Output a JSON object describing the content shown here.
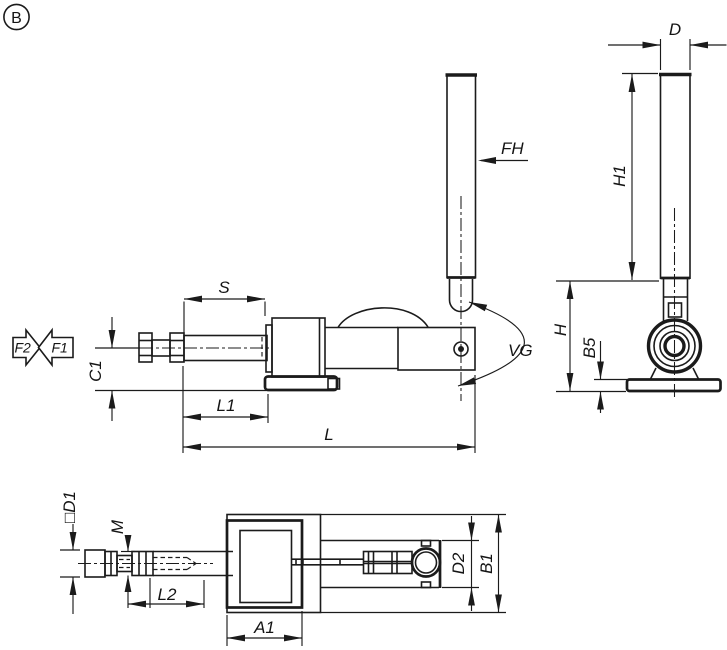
{
  "drawing": {
    "badge": "B",
    "colors": {
      "line": "#1b1b1b",
      "background": "#ffffff"
    }
  },
  "labels": {
    "fh": "FH",
    "d": "D",
    "h1": "H1",
    "h": "H",
    "b5": "B5",
    "vg": "VG",
    "s": "S",
    "c1": "C1",
    "l1": "L1",
    "l": "L",
    "f1": "F1",
    "f2": "F2",
    "d1": "□D1",
    "m": "M",
    "l2": "L2",
    "a1": "A1",
    "d2": "D2",
    "b1": "B1"
  }
}
